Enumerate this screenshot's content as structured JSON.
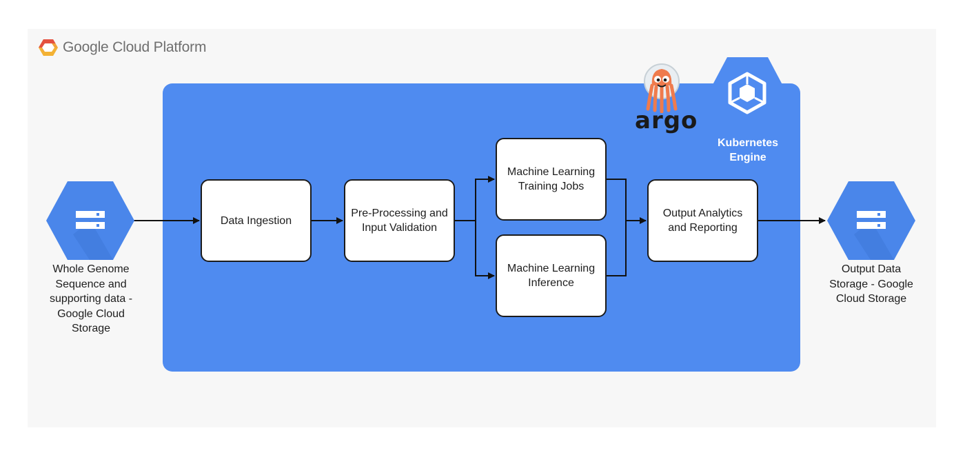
{
  "platform": {
    "name": "Google Cloud Platform"
  },
  "engine": {
    "name": "Kubernetes Engine"
  },
  "orchestrator": {
    "name": "argo"
  },
  "source": {
    "label": "Whole Genome Sequence and supporting data - Google Cloud Storage"
  },
  "destination": {
    "label": "Output Data Storage - Google Cloud Storage"
  },
  "steps": {
    "ingestion": "Data Ingestion",
    "preprocessing": "Pre-Processing and Input Validation",
    "training": "Machine Learning Training Jobs",
    "inference": "Machine Learning Inference",
    "analytics": "Output Analytics and Reporting"
  },
  "colors": {
    "engine_background": "#4f8bf0",
    "storage_hex": "#4a86ea",
    "node_fill": "#ffffff",
    "argo_orange": "#ef7b4d"
  }
}
